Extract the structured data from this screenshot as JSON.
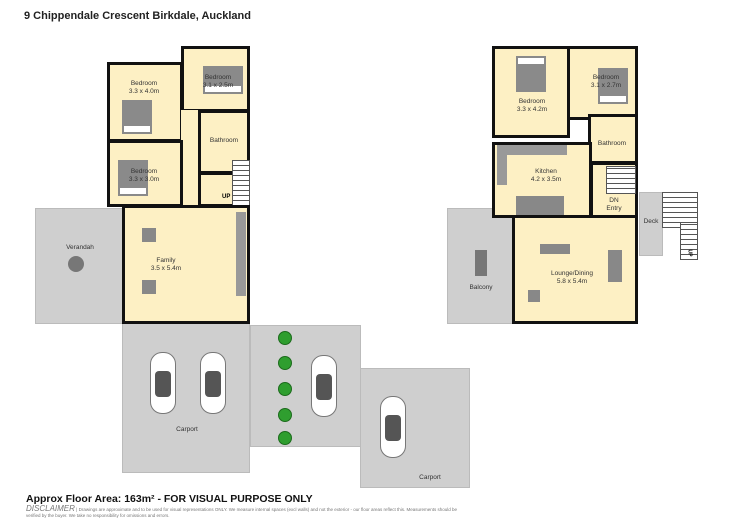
{
  "title": "9 Chippendale Crescent Birkdale, Auckland",
  "left_plan": {
    "rooms": [
      {
        "name": "Bedroom",
        "size": "3.3 x 4.0m"
      },
      {
        "name": "Bedroom",
        "size": "3.1 x 2.5m"
      },
      {
        "name": "Bathroom",
        "size": ""
      },
      {
        "name": "Bedroom",
        "size": "3.3 x 3.0m"
      },
      {
        "name": "Family",
        "size": "3.5 x 5.4m"
      },
      {
        "name": "Verandah",
        "size": ""
      },
      {
        "name": "Carport",
        "size": ""
      }
    ],
    "stair_label": "UP"
  },
  "right_plan": {
    "rooms": [
      {
        "name": "Bedroom",
        "size": "3.3 x 4.2m"
      },
      {
        "name": "Bedroom",
        "size": "3.1 x 2.7m"
      },
      {
        "name": "Bathroom",
        "size": ""
      },
      {
        "name": "Kitchen",
        "size": "4.2 x 3.5m"
      },
      {
        "name": "Entry",
        "size": ""
      },
      {
        "name": "Lounge/Dining",
        "size": "5.8 x 5.4m"
      },
      {
        "name": "Balcony",
        "size": ""
      },
      {
        "name": "Deck",
        "size": ""
      },
      {
        "name": "Carport",
        "size": ""
      }
    ],
    "stair_dn": "DN",
    "stair_up": "UP"
  },
  "footer": {
    "area": "Approx Floor Area: 163m² - FOR VISUAL PURPOSE ONLY",
    "disclaimer_label": "DISCLAIMER",
    "disclaimer": "| Drawings are approximate and to be used for visual representations ONLY. We measure internal spaces (excl walls) and not the exterior - our floor areas reflect this. Measurements should be verified by the buyer. We take no responsibility for omissions and errors."
  },
  "colors": {
    "room_fill": "#fdf0c4",
    "outdoor": "#cfcfcf",
    "wall": "#111111",
    "tree": "#2f9e2f"
  }
}
